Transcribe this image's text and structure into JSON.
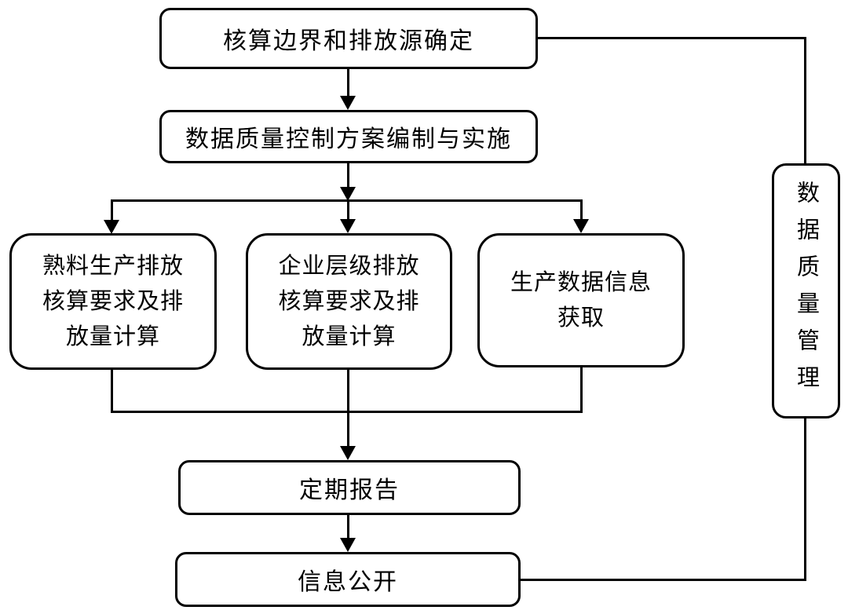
{
  "diagram": {
    "type": "flowchart",
    "colors": {
      "background": "#ffffff",
      "box_fill": "#ffffff",
      "box_border": "#000000",
      "line": "#000000",
      "text": "#000000"
    },
    "nodes": {
      "top": {
        "label": "核算边界和排放源确定"
      },
      "plan": {
        "label": "数据质量控制方案编制与实施"
      },
      "clinker": {
        "label": "熟料生产排放\n核算要求及排\n放量计算"
      },
      "enterprise": {
        "label": "企业层级排放\n核算要求及排\n放量计算"
      },
      "production": {
        "label": "生产数据信息\n获取"
      },
      "report": {
        "label": "定期报告"
      },
      "disclosure": {
        "label": "信息公开"
      },
      "quality": {
        "label": "数据质量管理"
      }
    },
    "edges": [
      {
        "from": "top",
        "to": "plan",
        "arrow": true
      },
      {
        "from": "plan",
        "to": "clinker",
        "arrow": true
      },
      {
        "from": "plan",
        "to": "enterprise",
        "arrow": true
      },
      {
        "from": "plan",
        "to": "production",
        "arrow": true
      },
      {
        "from": "clinker",
        "to": "report",
        "arrow": true
      },
      {
        "from": "enterprise",
        "to": "report",
        "arrow": true
      },
      {
        "from": "production",
        "to": "report",
        "arrow": true
      },
      {
        "from": "report",
        "to": "disclosure",
        "arrow": true
      },
      {
        "from": "top",
        "to": "quality",
        "arrow": false
      },
      {
        "from": "disclosure",
        "to": "quality",
        "arrow": false
      }
    ]
  }
}
